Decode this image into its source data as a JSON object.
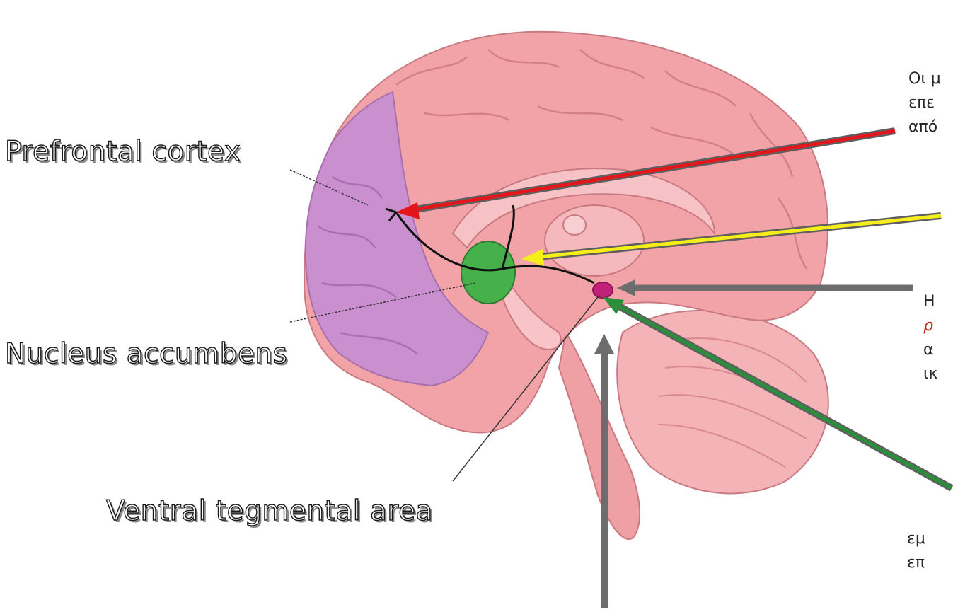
{
  "labels": {
    "prefrontal_cortex": "Prefrontal cortex",
    "nucleus_accumbens": "Nucleus accumbens",
    "ventral_tegmental_area": "Ventral tegmental area"
  },
  "notes": {
    "top": [
      "Οι μ",
      "επε",
      "από"
    ],
    "middle": [
      "Η",
      "ρ",
      "α",
      "ικ"
    ],
    "bottom": [
      "εμ",
      "επ"
    ]
  },
  "colors": {
    "brain": "#f2a3a8",
    "prefrontal": "#c98fcf",
    "nucleus_accumbens": "#46b04a",
    "vta": "#c2217a",
    "arrow_red": "#e3161b",
    "arrow_yellow": "#f5ee1a",
    "arrow_green": "#2a8f3a",
    "arrow_grey": "#6d6d6d"
  }
}
